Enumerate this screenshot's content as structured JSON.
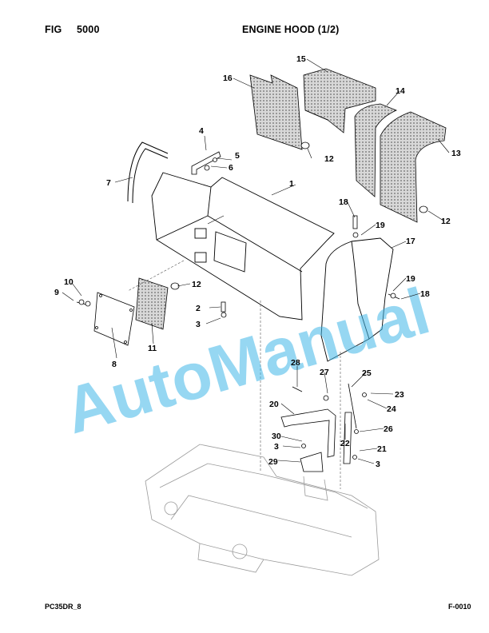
{
  "header": {
    "fig_label": "FIG",
    "fig_number": "5000",
    "title": "ENGINE HOOD (1/2)"
  },
  "footer": {
    "model": "PC35DR_8",
    "page_code": "F-0010"
  },
  "watermark": {
    "text": "AutoManual",
    "color": "#3fb6e8"
  },
  "callouts": {
    "c1": "1",
    "c2": "2",
    "c3a": "3",
    "c3b": "3",
    "c3c": "3",
    "c4": "4",
    "c5": "5",
    "c6": "6",
    "c7": "7",
    "c8": "8",
    "c9": "9",
    "c10": "10",
    "c11": "11",
    "c12a": "12",
    "c12b": "12",
    "c12c": "12",
    "c13": "13",
    "c14": "14",
    "c15": "15",
    "c16": "16",
    "c17": "17",
    "c18a": "18",
    "c18b": "18",
    "c19a": "19",
    "c19b": "19",
    "c20": "20",
    "c21": "21",
    "c22": "22",
    "c23": "23",
    "c24": "24",
    "c25": "25",
    "c26": "26",
    "c27": "27",
    "c28": "28",
    "c29": "29",
    "c30": "30"
  }
}
